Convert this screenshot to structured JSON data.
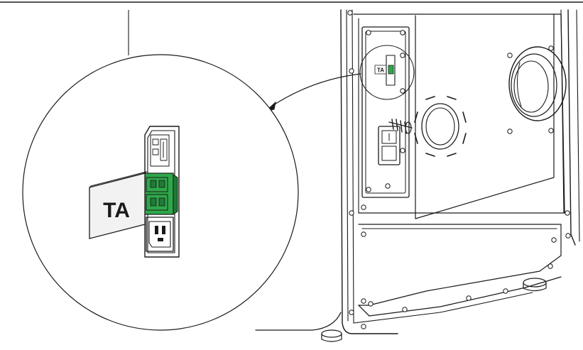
{
  "diagram": {
    "callout_label": "TA",
    "panel_label": "TA",
    "colors": {
      "line": "#1a1a1a",
      "connector_green": "#2ea84a",
      "connector_green_dark": "#1f7a35",
      "label_fill": "#f2f2f2",
      "background": "#ffffff"
    },
    "icons": [
      "magnifier-callout-circle",
      "pointer-arrow",
      "green-connector",
      "power-socket",
      "grommet",
      "bolt"
    ]
  }
}
